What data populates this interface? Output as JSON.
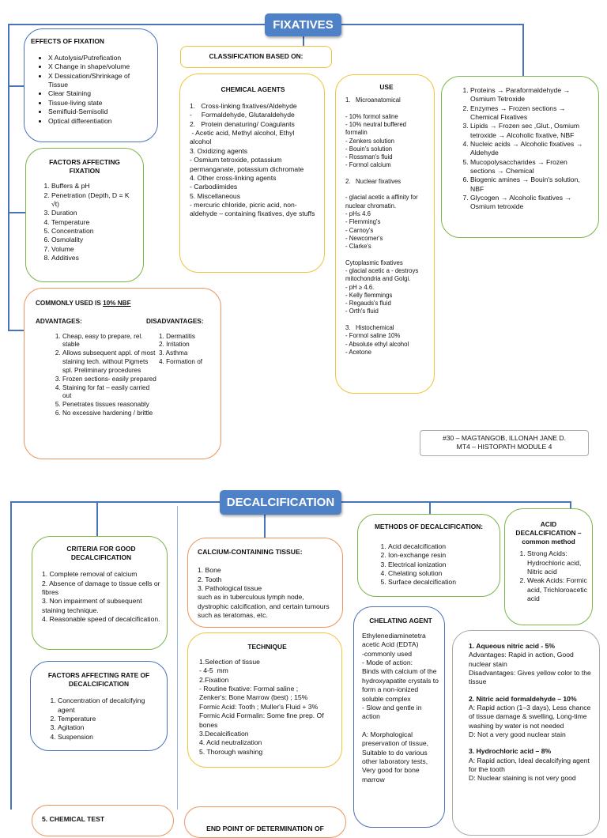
{
  "fixatives": {
    "header": "FIXATIVES",
    "effects": {
      "title": "EFFECTS OF FIXATION",
      "items": [
        "X Autolysis/Putrefication",
        "X Change in shape/volume",
        "X Dessication/Shrinkage of Tissue",
        "Clear Staining",
        "Tissue-living state",
        "Semifluid-Semisolid",
        "Optical differentiation"
      ]
    },
    "factors": {
      "title": "FACTORS AFFECTING FIXATION",
      "items": [
        "Buffers & pH",
        "Penetration (Depth, D = K √t)",
        "Duration",
        "Temperature",
        "Concentration",
        "Osmolality",
        "Volume",
        "Additives"
      ]
    },
    "classification": "CLASSIFICATION BASED ON:",
    "chemical": {
      "title": "CHEMICAL AGENTS",
      "lines": [
        "1.   Cross-linking fixatives/Aldehyde",
        "-     Formaldehyde, Glutaraldehyde",
        "2.   Protein denaturing/ Coagulants",
        " - Acetic acid, Methyl alcohol, Ethyl alcohol",
        "3. Oxidizing agents",
        "- Osmium tetroxide, potassium permanganate, potassium dichromate",
        "4. Other cross-linking agents",
        "- Carbodiimides",
        "5. Miscellaneous",
        "- mercuric chloride, picric acid, non-aldehyde – containing fixatives, dye stuffs"
      ]
    },
    "use": {
      "title": "USE",
      "lines": [
        "1.   Microanatomical",
        "",
        "- 10% formol saline",
        "- 10% neutral buffered formalin",
        "- Zenkers solution",
        "- Bouin's solution",
        "- Rossman's fluid",
        "- Formol calcium",
        "",
        "2.   Nuclear fixatives",
        "",
        "- glacial acetic a affinity for nuclear chromatin.",
        "- pH≤ 4.6",
        "- Flemming's",
        "- Carnoy's",
        "- Newcomer's",
        "- Clarke's",
        "",
        "Cytoplasmic fixatives",
        "- glacial acetic a - destroys mitochondria and Golgi.",
        "- pH ≥ 4.6.",
        "- Kelly flemmings",
        "- Regauds's fluid",
        "- Orth's fluid",
        "",
        "3.   Histochemical",
        "- Formol saline 10%",
        "- Absolute ethyl alcohol",
        "- Acetone"
      ]
    },
    "right_list": [
      "Proteins → Paraformaldehyde → Osmium Tetroxide",
      "Enzymes → Frozen sections → Chemical Fixatives",
      "Lipids → Frozen sec ,Glut., Osmium tetroxide → Alcoholic fixative, NBF",
      "Nucleic acids → Alcoholic fixatives → Aldehyde",
      "Mucopolysaccharides → Frozen sections → Chemical",
      "Biogenic amines → Bouin's solution, NBF",
      "Glycogen → Alcoholic fixatives → Osmium tetroxide"
    ],
    "common": {
      "title_prefix": "COMMONLY USED IS ",
      "title_bold": "10% NBF",
      "adv_label": "ADVANTAGES:",
      "dis_label": "DISADVANTAGES:",
      "advantages": [
        "Cheap, easy to prepare, rel. stable",
        "Allows subsequent appl. of most staining tech. without Pigmets spl. Preliminary procedures",
        "Frozen sections- easily prepared",
        "Staining for fat – easily carried out",
        "Penetrates tissues reasonably",
        "No excessive hardening / brittle"
      ],
      "disadvantages": [
        "1. Dermatitis",
        "2. Irritation",
        "3. Asthma",
        "4. Formation of"
      ]
    },
    "credit": [
      "#30 – MAGTANGOB, ILLONAH JANE D.",
      "MT4 – HISTOPATH MODULE 4"
    ]
  },
  "decal": {
    "header": "DECALCIFICATION",
    "criteria": {
      "title": "CRITERIA FOR GOOD DECALCIFICATION",
      "lines": [
        "1. Complete removal of calcium",
        "2. Absence of damage to tissue cells or fibres",
        "3. Non impairment of subsequent staining technique.",
        "4. Reasonable speed of decalcification."
      ]
    },
    "calcium": {
      "title": "CALCIUM-CONTAINING TISSUE:",
      "lines": [
        "1. Bone",
        "2. Tooth",
        "3. Pathological tissue",
        "such as in tuberculous lymph node, dystrophic calcification, and certain tumours such as teratomas, etc."
      ]
    },
    "methods": {
      "title": "METHODS OF DECALCIFICATION:",
      "items": [
        "Acid decalcification",
        "Ion-exchange resin",
        "Electrical ionization",
        "Chelating solution",
        "Surface decalcification"
      ]
    },
    "acid": {
      "title": "ACID DECALCIFICATION – common method",
      "items": [
        "Strong Acids: Hydrochloric acid, Nitric acid",
        "Weak Acids: Formic acid, Trichloroacetic acid"
      ]
    },
    "factors": {
      "title": "FACTORS AFFECTING RATE OF DECALCIFICATION",
      "items": [
        "Concentration of decalcifying agent",
        "Temperature",
        "Agitation",
        "Suspension"
      ]
    },
    "technique": {
      "title": "TECHNIQUE",
      "lines": [
        "1.Selection of tissue",
        "- 4-5  mm",
        "2.Fixation",
        "- Routine fixative: Formal saline ;",
        "Zenker's: Bone Marrow (best) ; 15%",
        "Formic Acid: Tooth ; Muller's Fluid + 3%",
        "Formic Acid Formalin: Some fine prep. Of bones",
        "3.Decalcification",
        "4. Acid neutralization",
        "5. Thorough washing"
      ]
    },
    "chelating": {
      "title": "CHELATING AGENT",
      "lines": [
        "Ethylenediaminetetra acetic Acid (EDTA)",
        "-commonly used",
        "- Mode of action:",
        "Binds with calcium of the hydroxyapatite crystals to form a non-ionized soluble complex",
        "- Slow and gentle in action",
        "",
        "A: Morphological preservation of tissue, Suitable to do various other laboratory tests, Very good for bone marrow"
      ]
    },
    "acids": [
      {
        "head": "Aqueous nitric acid - 5%",
        "lines": [
          "Advantages: Rapid in action, Good nuclear stain",
          "Disadvantages:  Gives yellow color to the tissue"
        ]
      },
      {
        "head": "Nitric acid formaldehyde – 10%",
        "lines": [
          "A: Rapid action (1–3 days), Less chance of tissue damage & swelling, Long-time washing by water is not needed",
          "D: Not a very good nuclear stain"
        ]
      },
      {
        "head": "Hydrochloric acid – 8%",
        "lines": [
          "A: Rapid action, Ideal decalcifying agent for the tooth",
          "D: Nuclear staining is not very good"
        ]
      }
    ],
    "chemical_test": "5. CHEMICAL TEST",
    "endpoint": "END POINT OF DETERMINATION OF"
  }
}
